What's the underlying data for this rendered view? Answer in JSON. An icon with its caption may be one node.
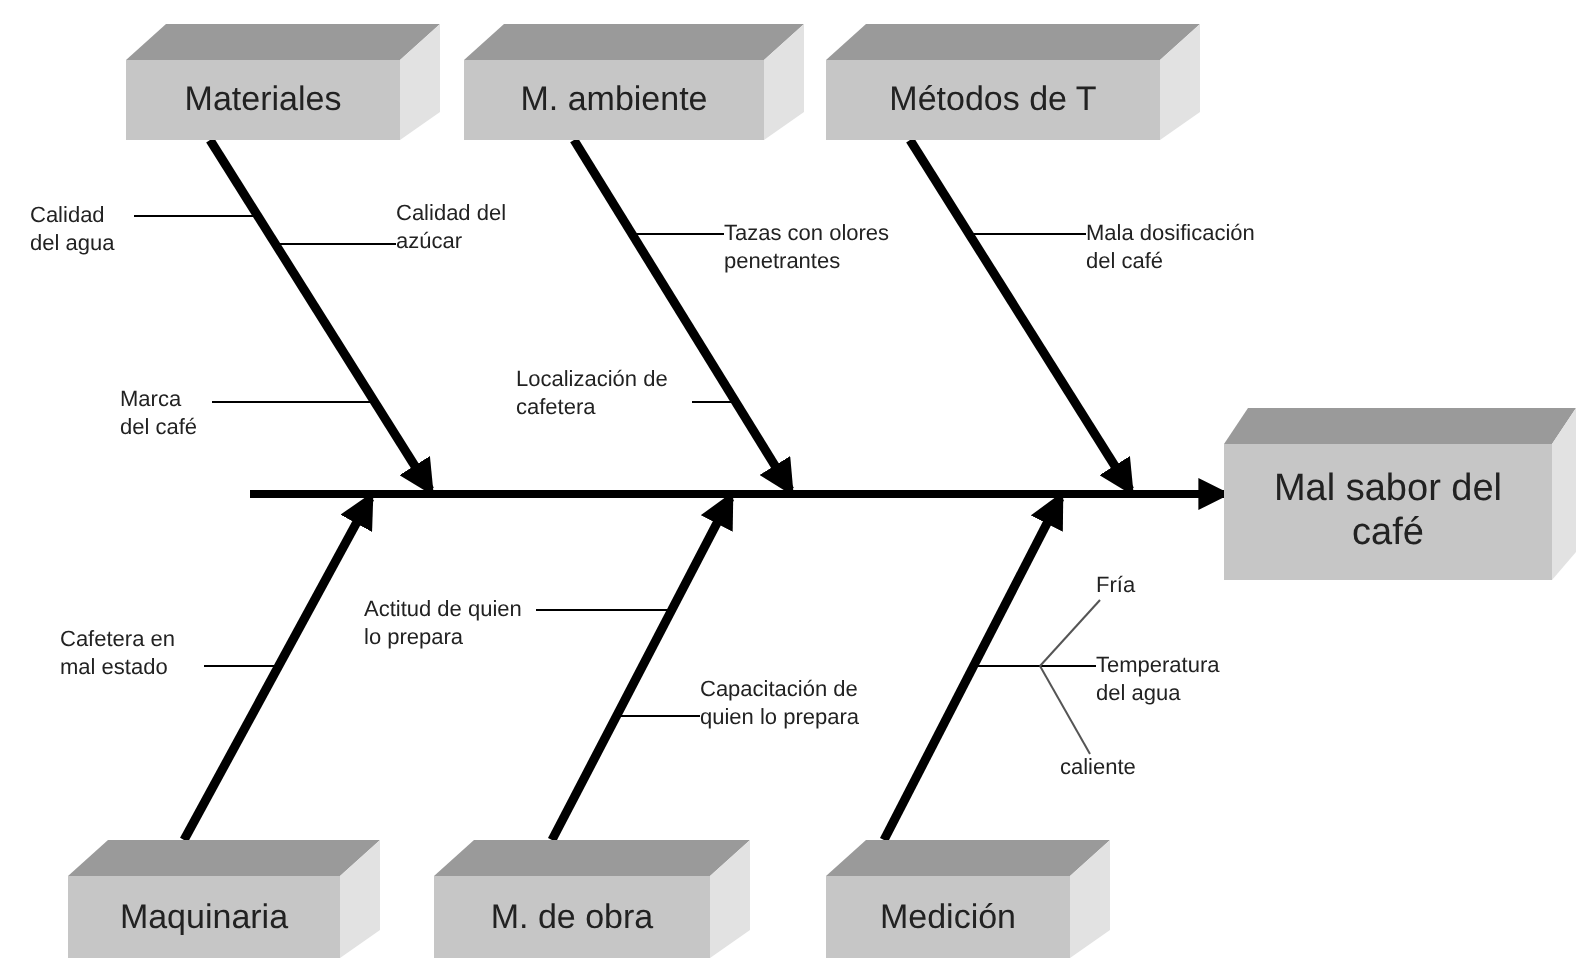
{
  "diagram": {
    "nodes": [
      {
        "text": [
          "Materiales"
        ]
      },
      {
        "text": [
          "M. ambiente"
        ]
      },
      {
        "text": [
          "Métodos de T"
        ]
      },
      {
        "text": [
          "Mal sabor del café"
        ]
      },
      {
        "text": [
          "Maquinaria"
        ]
      },
      {
        "text": [
          "M. de obra"
        ]
      },
      {
        "text": [
          "Medición"
        ]
      },
      {
        "text": [
          "Calidad del agua"
        ]
      },
      {
        "text": [
          "Calidad del azúcar"
        ]
      },
      {
        "text": [
          "Marca del café"
        ]
      },
      {
        "text": [
          "Tazas con olores penetrantes"
        ]
      },
      {
        "text": [
          "Localización de cafetera"
        ]
      },
      {
        "text": [
          "Mala dosificación del café"
        ]
      },
      {
        "text": [
          "Cafetera en mal estado"
        ]
      },
      {
        "text": [
          "Actitud de quien lo prepara"
        ]
      },
      {
        "text": [
          "Capacitación de quien lo prepara"
        ]
      },
      {
        "text": [
          "Temperatura del agua"
        ]
      },
      {
        "text": [
          "Fría"
        ]
      },
      {
        "text": [
          "caliente"
        ]
      },
      {
        "text": [],
        "shape": "bar"
      }
    ],
    "edges": [
      {
        "from": 19,
        "to": 3,
        "arrow": "to",
        "style": "thick"
      },
      {
        "from": 0,
        "to": 19,
        "arrow": "to",
        "style": "thick"
      },
      {
        "from": 1,
        "to": 19,
        "arrow": "to",
        "style": "thick"
      },
      {
        "from": 2,
        "to": 19,
        "arrow": "to",
        "style": "thick"
      },
      {
        "from": 4,
        "to": 19,
        "arrow": "to",
        "style": "thick"
      },
      {
        "from": 5,
        "to": 19,
        "arrow": "to",
        "style": "thick"
      },
      {
        "from": 6,
        "to": 19,
        "arrow": "to",
        "style": "thick"
      },
      {
        "from": 7,
        "to": null,
        "arrow": "none"
      },
      {
        "from": 8,
        "to": null,
        "arrow": "none"
      },
      {
        "from": 9,
        "to": null,
        "arrow": "none"
      },
      {
        "from": 10,
        "to": null,
        "arrow": "none"
      },
      {
        "from": 11,
        "to": null,
        "arrow": "none"
      },
      {
        "from": 12,
        "to": null,
        "arrow": "none"
      },
      {
        "from": 13,
        "to": null,
        "arrow": "none"
      },
      {
        "from": 14,
        "to": null,
        "arrow": "none"
      },
      {
        "from": 15,
        "to": null,
        "arrow": "none"
      },
      {
        "from": 16,
        "to": null,
        "arrow": "none"
      },
      {
        "from": 17,
        "to": null,
        "arrow": "none"
      },
      {
        "from": 18,
        "to": null,
        "arrow": "none"
      }
    ]
  }
}
